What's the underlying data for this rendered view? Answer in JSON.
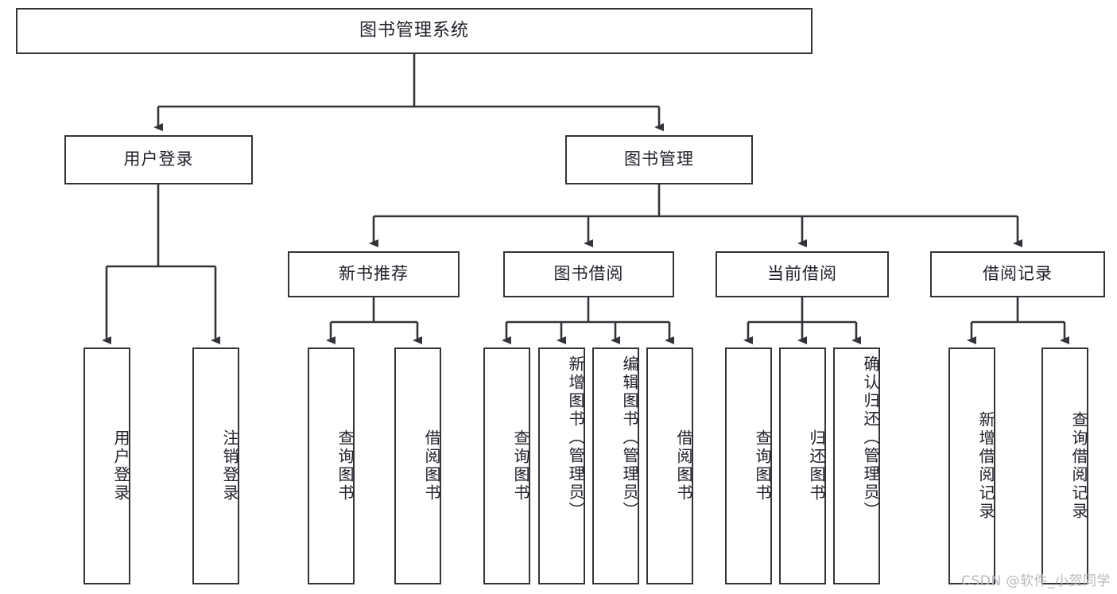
{
  "diagram": {
    "title": "图书管理系统",
    "type": "tree-hierarchy-diagram",
    "colors": {
      "stroke": "#33333a",
      "fill": "#ffffff",
      "text": "#20202a",
      "watermark": "#b9b9bd"
    },
    "root": {
      "label": "图书管理系统"
    },
    "level2": [
      {
        "label": "用户登录"
      },
      {
        "label": "图书管理"
      }
    ],
    "level3": [
      {
        "label": "新书推荐"
      },
      {
        "label": "图书借阅"
      },
      {
        "label": "当前借阅"
      },
      {
        "label": "借阅记录"
      }
    ],
    "leaves": {
      "user_login": [
        {
          "label": "用户登录"
        },
        {
          "label": "注销登录"
        }
      ],
      "new_book_recommend": [
        {
          "label": "查询图书"
        },
        {
          "label": "借阅图书"
        }
      ],
      "book_borrow": [
        {
          "label": "查询图书"
        },
        {
          "label": "新增图书（管理员）"
        },
        {
          "label": "编辑图书（管理员）"
        },
        {
          "label": "借阅图书"
        }
      ],
      "current_borrow": [
        {
          "label": "查询图书"
        },
        {
          "label": "归还图书"
        },
        {
          "label": "确认归还（管理员）"
        }
      ],
      "borrow_record": [
        {
          "label": "新增借阅记录"
        },
        {
          "label": "查询借阅记录"
        }
      ]
    },
    "watermark": "CSDN @软件_小贺同学"
  }
}
